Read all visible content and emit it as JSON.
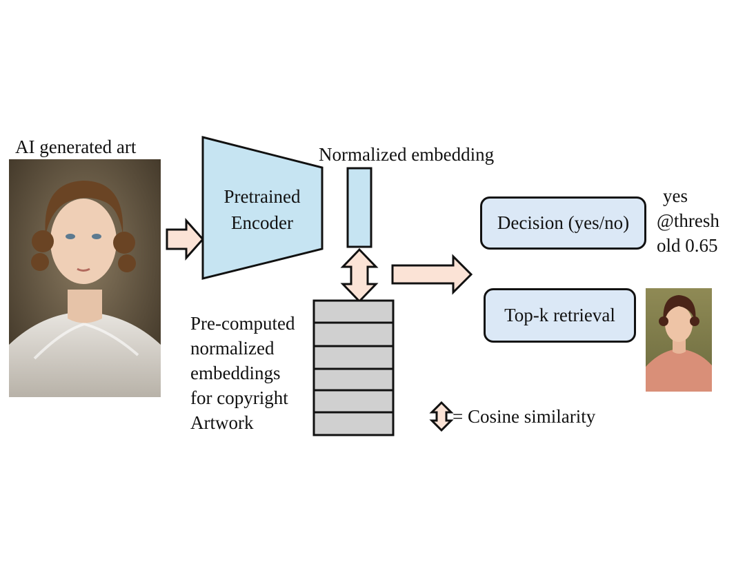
{
  "input": {
    "label": "AI generated art",
    "image": "portrait-painting"
  },
  "encoder": {
    "line1": "Pretrained",
    "line2": "Encoder"
  },
  "embedding": {
    "label": "Normalized embedding"
  },
  "database": {
    "lines": [
      "Pre-computed",
      "normalized",
      "embeddings",
      "for copyright",
      "Artwork"
    ]
  },
  "outputs": {
    "decision": "Decision (yes/no)",
    "retrieval": "Top-k retrieval",
    "threshold_lines": [
      "yes",
      "@thresh",
      "old 0.65"
    ],
    "retrieved_image": "retrieved-portrait"
  },
  "legend": {
    "text": "= Cosine similarity"
  },
  "colors": {
    "encoder_fill": "#c6e4f2",
    "embedding_fill": "#c6e4f2",
    "pill_fill": "#dbe8f6",
    "arrow_fill": "#fbe3d6",
    "stack_fill": "#d0d0d0"
  }
}
